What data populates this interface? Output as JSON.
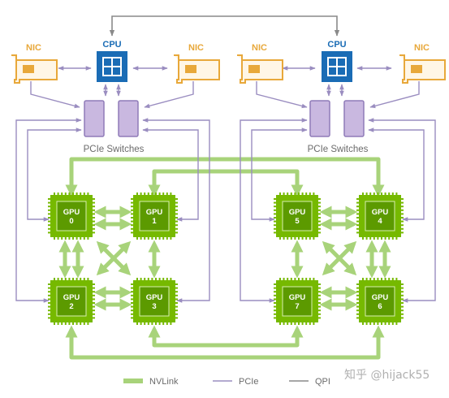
{
  "colors": {
    "nvlink": "#a8d37a",
    "pcie": "#9a8dc0",
    "qpi": "#8a8a8a",
    "gpu_fill": "#76b900",
    "gpu_inner": "#5c9a00",
    "cpu_fill": "#1a6cb5",
    "nic": "#e8a83a",
    "switch_fill": "#c9b8e0",
    "switch_stroke": "#8f7bb8"
  },
  "nodes": {
    "cpu_label": "CPU",
    "nic_label": "NIC",
    "switch_label": "PCIe Switches",
    "gpu_label": "GPU",
    "gpus": [
      "0",
      "1",
      "2",
      "3",
      "4",
      "5",
      "6",
      "7"
    ]
  },
  "legend": {
    "nvlink": "NVLink",
    "pcie": "PCIe",
    "qpi": "QPI"
  },
  "watermark": "知乎 @hijack55"
}
